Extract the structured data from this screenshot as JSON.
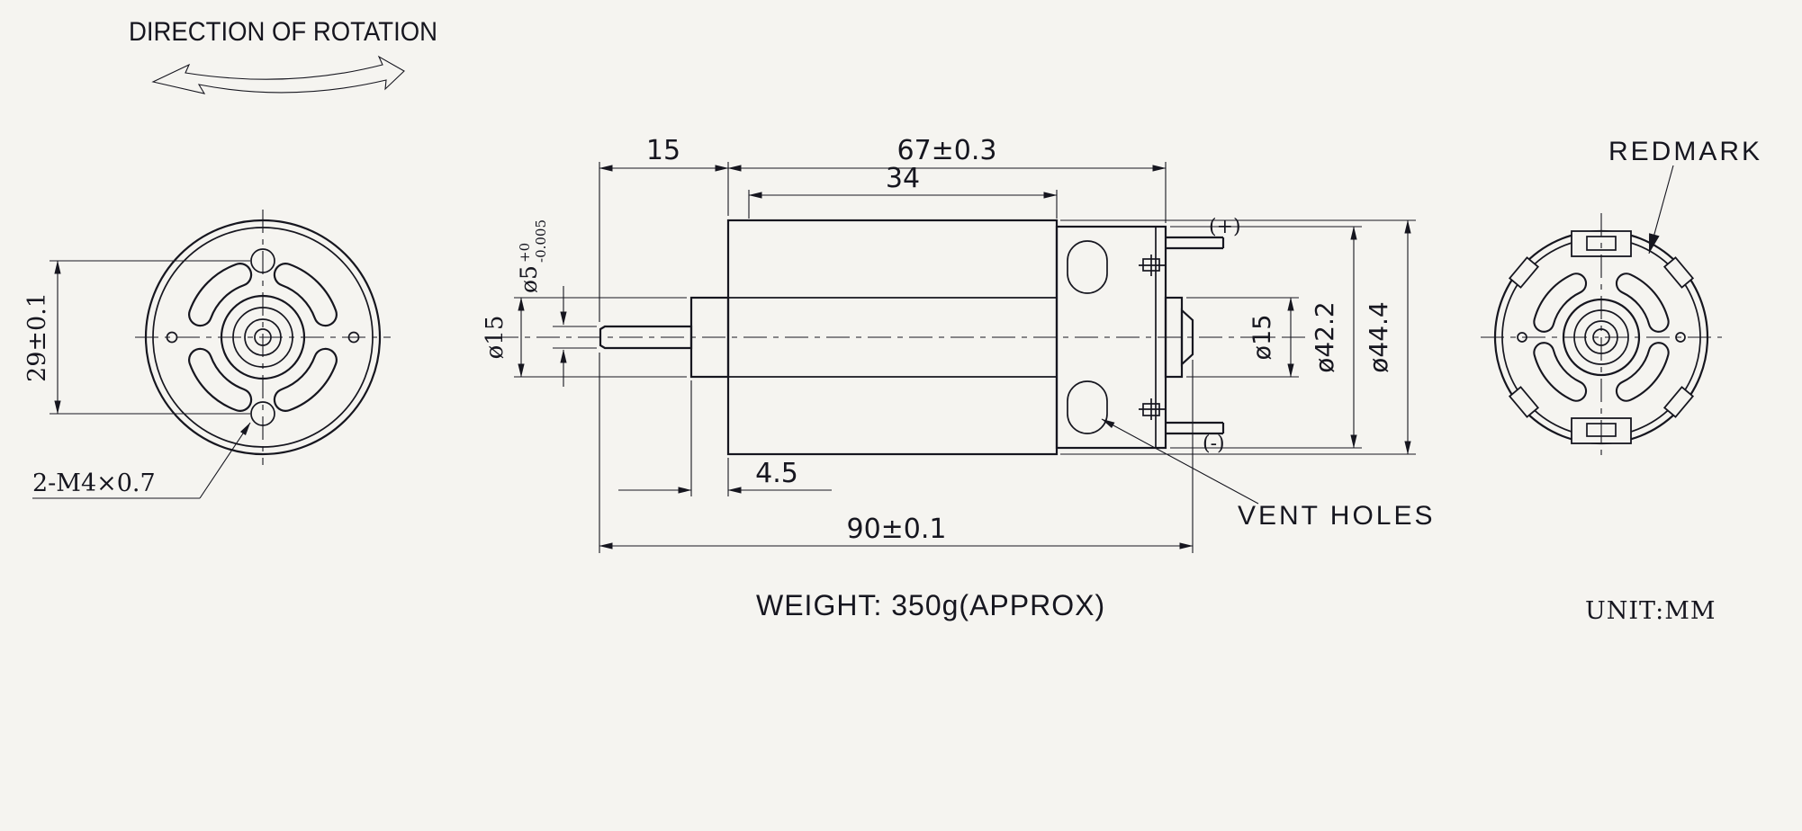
{
  "colors": {
    "background": "#f5f4f0",
    "ink": "#16161f"
  },
  "header": {
    "rotation_title": "DIRECTION OF ROTATION"
  },
  "front_view": {
    "hole_spacing_dim": "29±0.1",
    "thread_callout": "2-M4×0.7"
  },
  "side_view": {
    "shaft_length_dim": "15",
    "body_length_dim": "67±0.3",
    "can_length_dim": "34",
    "bearing_boss_length_dim": "4.5",
    "total_length_dim": "90±0.1",
    "shaft_dia": "ø5",
    "shaft_dia_tol_upper": "+0",
    "shaft_dia_tol_lower": "-0.005",
    "front_bearing_dia": "ø15",
    "rear_bearing_dia": "ø15",
    "endcap_dia": "ø42.2",
    "body_dia": "ø44.4",
    "terminal_positive": "(+)",
    "terminal_negative": "(-)",
    "vent_holes_callout": "VENT HOLES"
  },
  "rear_view": {
    "redmark_callout": "REDMARK"
  },
  "footer": {
    "weight_note": "WEIGHT: 350g(APPROX)",
    "unit_note": "UNIT:MM"
  }
}
